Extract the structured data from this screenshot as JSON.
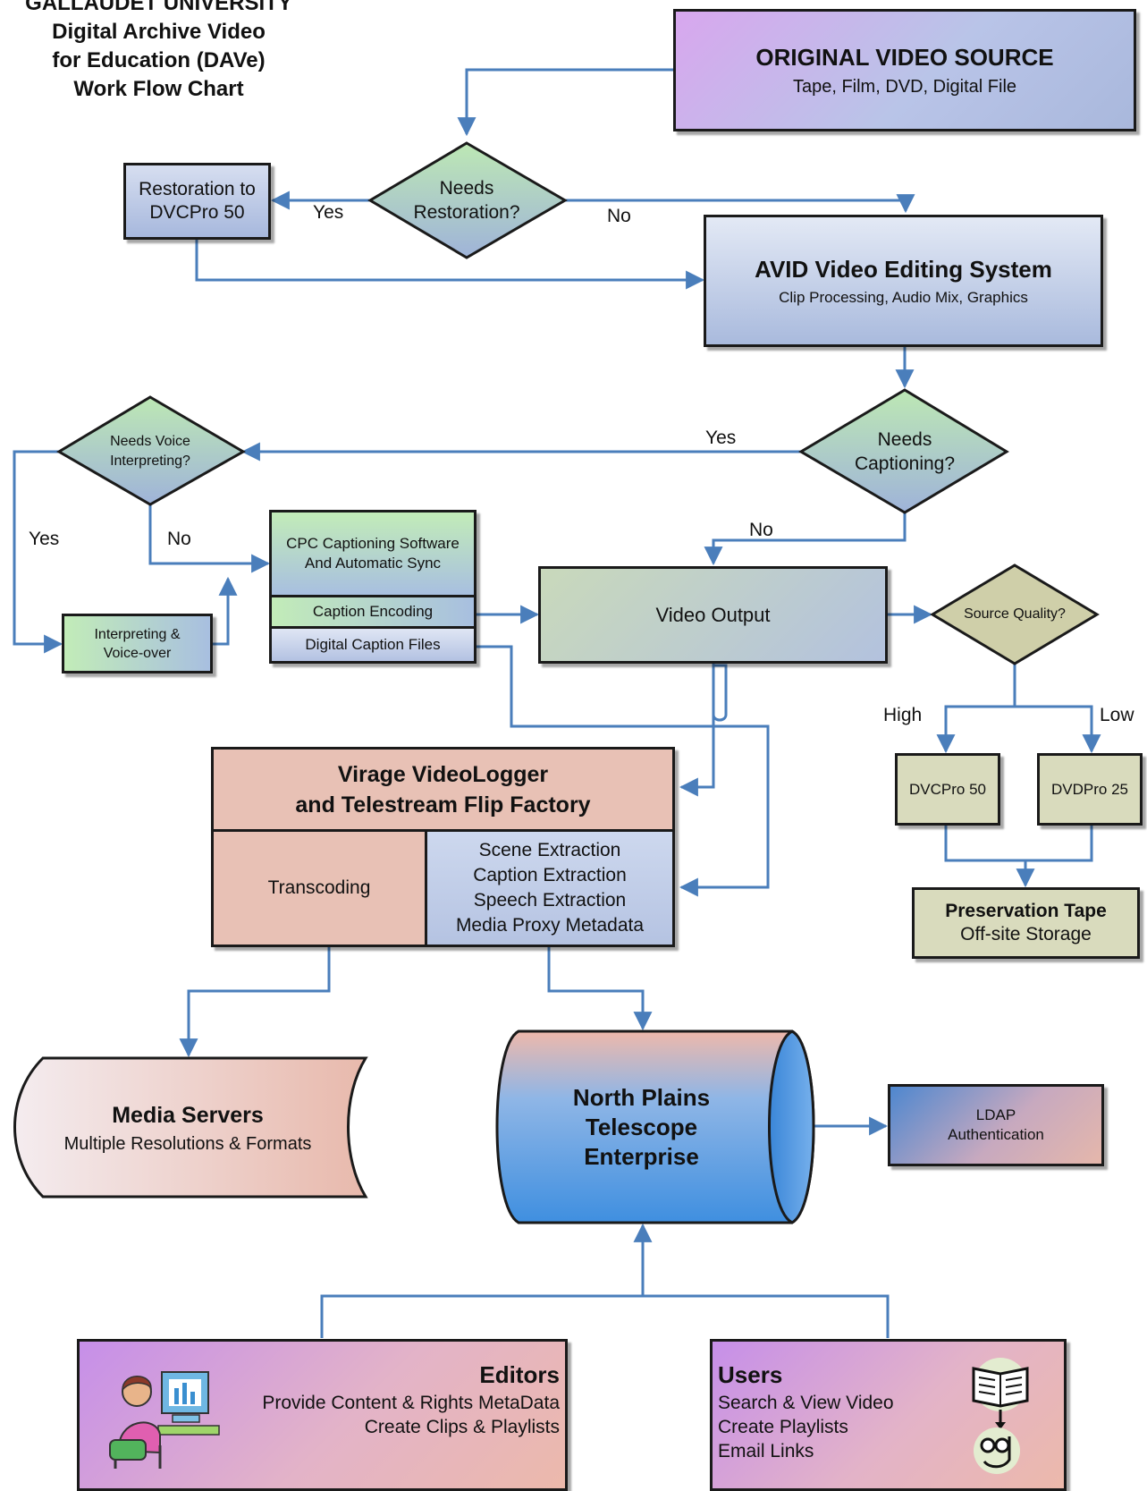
{
  "title": [
    "GALLAUDET UNIVERSITY",
    "Digital Archive Video",
    "for Education (DAVe)",
    "Work Flow Chart"
  ],
  "nodes": {
    "original_source": {
      "title": "ORIGINAL VIDEO SOURCE",
      "subtitle": "Tape, Film, DVD, Digital File"
    },
    "needs_restoration": [
      "Needs",
      "Restoration?"
    ],
    "restoration": [
      "Restoration to",
      "DVCPro 50"
    ],
    "avid": {
      "title": "AVID Video Editing System",
      "subtitle": "Clip Processing, Audio Mix, Graphics"
    },
    "needs_captioning": [
      "Needs",
      "Captioning?"
    ],
    "needs_voice": [
      "Needs Voice",
      "Interpreting?"
    ],
    "interpreting": [
      "Interpreting &",
      "Voice-over"
    ],
    "cpc": {
      "title": [
        "CPC Captioning Software",
        "And Automatic Sync"
      ],
      "encoding": "Caption Encoding",
      "files": "Digital Caption Files"
    },
    "video_output": "Video Output",
    "source_quality": "Source Quality?",
    "dvcpro50": "DVCPro 50",
    "dvdpro25": "DVDPro 25",
    "preservation": {
      "title": "Preservation Tape",
      "subtitle": "Off-site Storage"
    },
    "virage": {
      "title": [
        "Virage VideoLogger",
        "and Telestream Flip Factory"
      ],
      "left": "Transcoding",
      "right": [
        "Scene Extraction",
        "Caption Extraction",
        "Speech Extraction",
        "Media Proxy Metadata"
      ]
    },
    "media_servers": {
      "title": "Media Servers",
      "subtitle": "Multiple Resolutions & Formats"
    },
    "north_plains": [
      "North Plains",
      "Telescope",
      "Enterprise"
    ],
    "ldap": [
      "LDAP",
      "Authentication"
    ],
    "editors": {
      "title": "Editors",
      "lines": [
        "Provide Content & Rights MetaData",
        "Create Clips & Playlists"
      ]
    },
    "users": {
      "title": "Users",
      "lines": [
        "Search & View Video",
        "Create Playlists",
        "Email Links"
      ]
    }
  },
  "labels": {
    "yes": "Yes",
    "no": "No",
    "high": "High",
    "low": "Low"
  },
  "colors": {
    "line": "#4a7ebb",
    "border": "#1a1a1a"
  }
}
